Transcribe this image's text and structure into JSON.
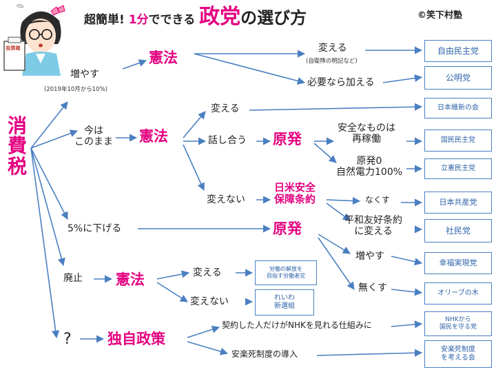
{
  "title": {
    "part1": "超簡単!",
    "part2": "1分",
    "part3": "でできる",
    "part4": "政党",
    "part5": "の選び方"
  },
  "credit": "©笑下村塾",
  "mascot": {
    "sign": "投票箱"
  },
  "root": "消費税",
  "branches": {
    "increase": {
      "label": "増やす",
      "note": "(2019年10月から10%)"
    },
    "keep": {
      "label": "今は\nこのまま"
    },
    "lower": {
      "label": "5%に下げる"
    },
    "abolish": {
      "label": "廃止"
    },
    "unknown": {
      "label": "?"
    }
  },
  "decisions": {
    "constitution1": "憲法",
    "constitution2": "憲法",
    "constitution3": "憲法",
    "nuclear1": "原発",
    "nuclear2": "原発",
    "alliance": "日米安全\n保障条約",
    "own_policy": "独自政策"
  },
  "options": {
    "change1": "変える",
    "change1_note": "(自衛隊の明記など)",
    "add_if_needed": "必要なら加える",
    "change2": "変える",
    "discuss": "話し合う",
    "no_change1": "変えない",
    "safe_restart": "安全なものは\n再稼働",
    "zero_nuclear": "原発0\n自然電力100%",
    "remove": "なくす",
    "peace_treaty": "平和友好条約\nに変える",
    "increase_nuke": "増やす",
    "eliminate": "無くす",
    "change3": "変える",
    "no_change3": "変えない",
    "nhk": "契約した人だけがNHKを見れる仕組みに",
    "euthanasia": "安楽死制度の導入"
  },
  "parties": {
    "ldp": "自由民主党",
    "komeito": "公明党",
    "ishin": "日本維新の会",
    "dpfp": "国民民主党",
    "cdp": "立憲民主党",
    "jcp": "日本共産党",
    "sdp": "社民党",
    "happiness": "幸福実現党",
    "olive": "オリーブの木",
    "rodo": "労働の解放を\n目指す労働者党",
    "reiwa": "れいわ\n新選組",
    "nhk": "NHKから\n国民を守る党",
    "anraku": "安楽死制度\nを考える会"
  },
  "colors": {
    "accent": "#e4007f",
    "arrow": "#4a7fc1",
    "party_text": "#2d63a8"
  }
}
